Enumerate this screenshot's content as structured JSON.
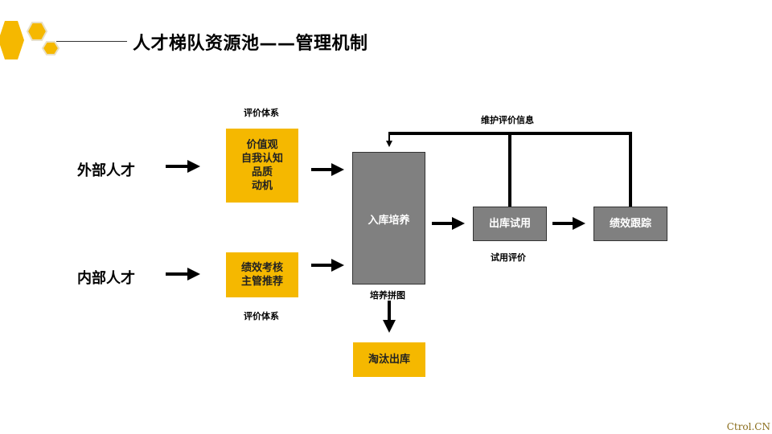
{
  "title": "人才梯队资源池——管理机制",
  "sources": {
    "external": "外部人才",
    "internal": "内部人才"
  },
  "labels": {
    "eval_system_top": "评价体系",
    "eval_system_bottom": "评价体系",
    "maintain_eval_info": "维护评价信息",
    "trial_eval": "试用评价",
    "training_puzzle": "培养拼图"
  },
  "boxes": {
    "external_criteria": [
      "价值观",
      "自我认知",
      "品质",
      "动机"
    ],
    "internal_criteria": [
      "绩效考核",
      "主管推荐"
    ],
    "training": "入库培养",
    "trial": "出库试用",
    "tracking": "绩效跟踪",
    "eliminate": "淘汰出库"
  },
  "colors": {
    "accent": "#f5b800",
    "process": "#808080"
  },
  "footer": "Ctrol.CN"
}
